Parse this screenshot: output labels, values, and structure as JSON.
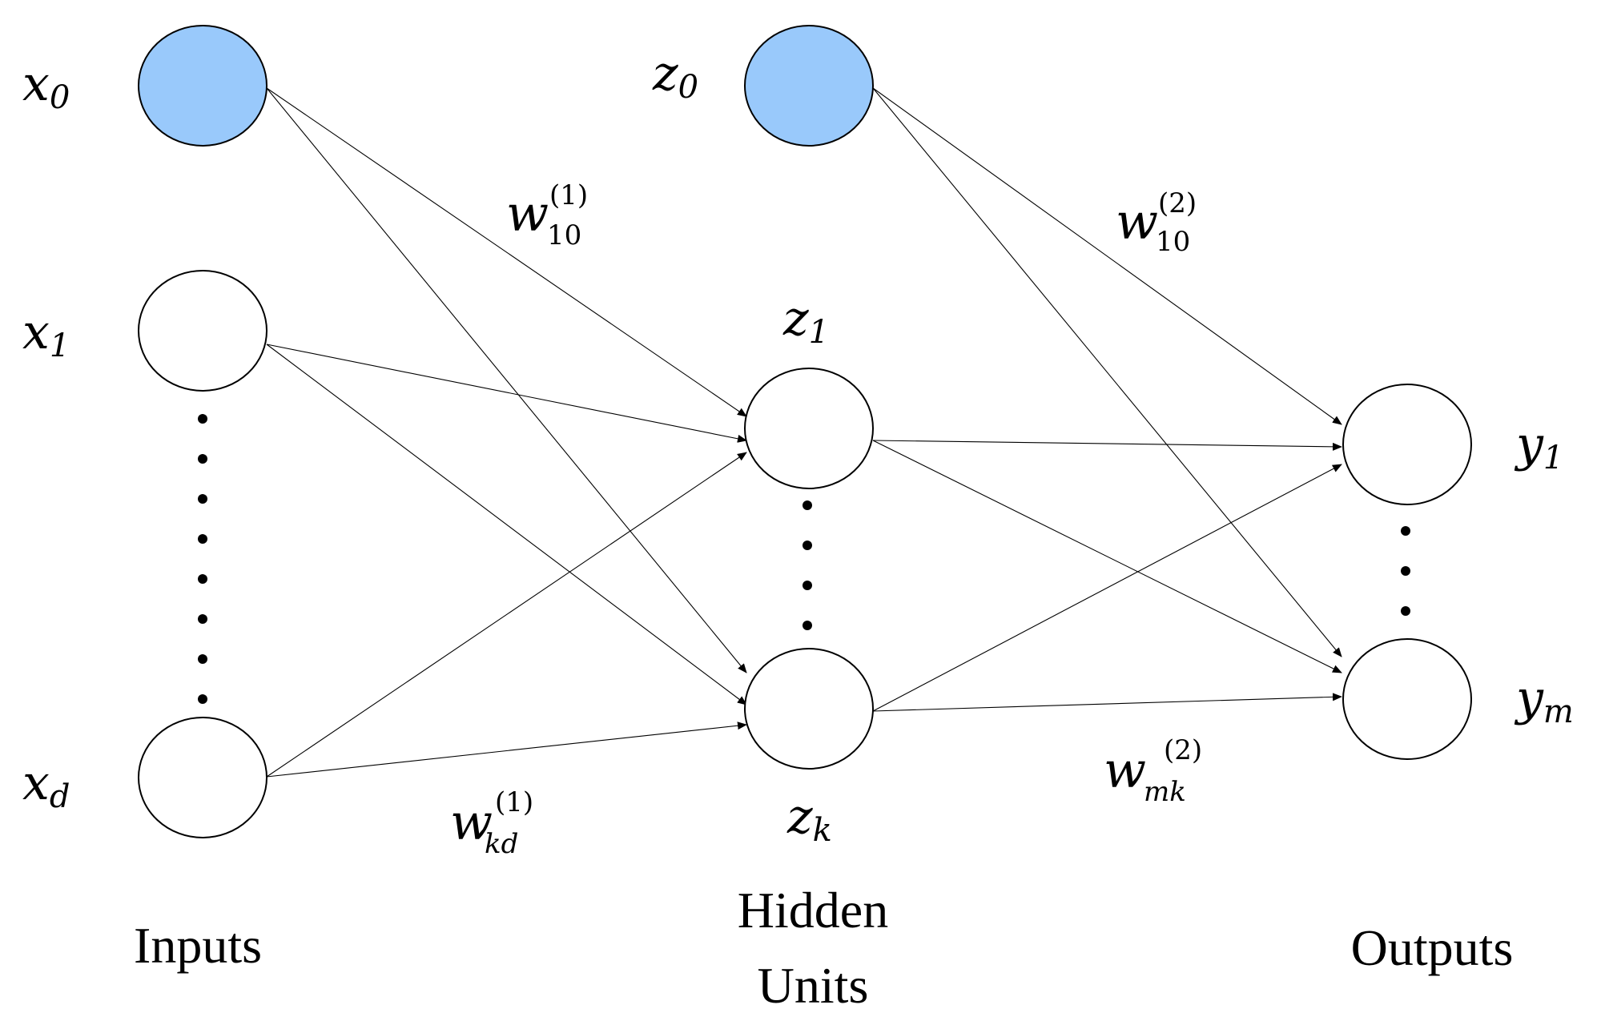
{
  "colors": {
    "bias_fill": "#99c9fb",
    "node_fill": "#ffffff",
    "stroke": "#000000"
  },
  "labels": {
    "x0": {
      "base": "x",
      "sub": "0"
    },
    "x1": {
      "base": "x",
      "sub": "1"
    },
    "xd": {
      "base": "x",
      "sub": "d"
    },
    "z0": {
      "base": "z",
      "sub": "0"
    },
    "z1": {
      "base": "z",
      "sub": "1"
    },
    "zk": {
      "base": "z",
      "sub": "k"
    },
    "y1": {
      "base": "y",
      "sub": "1"
    },
    "ym": {
      "base": "y",
      "sub": "m"
    }
  },
  "weights": {
    "w10_1": {
      "base": "w",
      "sup": "(1)",
      "sub": "10"
    },
    "wkd_1": {
      "base": "w",
      "sup": "(1)",
      "sub": "kd"
    },
    "w10_2": {
      "base": "w",
      "sup": "(2)",
      "sub": "10"
    },
    "wmk_2": {
      "base": "w",
      "sup": "(2)",
      "sub": "mk"
    }
  },
  "groups": {
    "inputs": "Inputs",
    "hidden_line1": "Hidden",
    "hidden_line2": "Units",
    "outputs": "Outputs"
  }
}
